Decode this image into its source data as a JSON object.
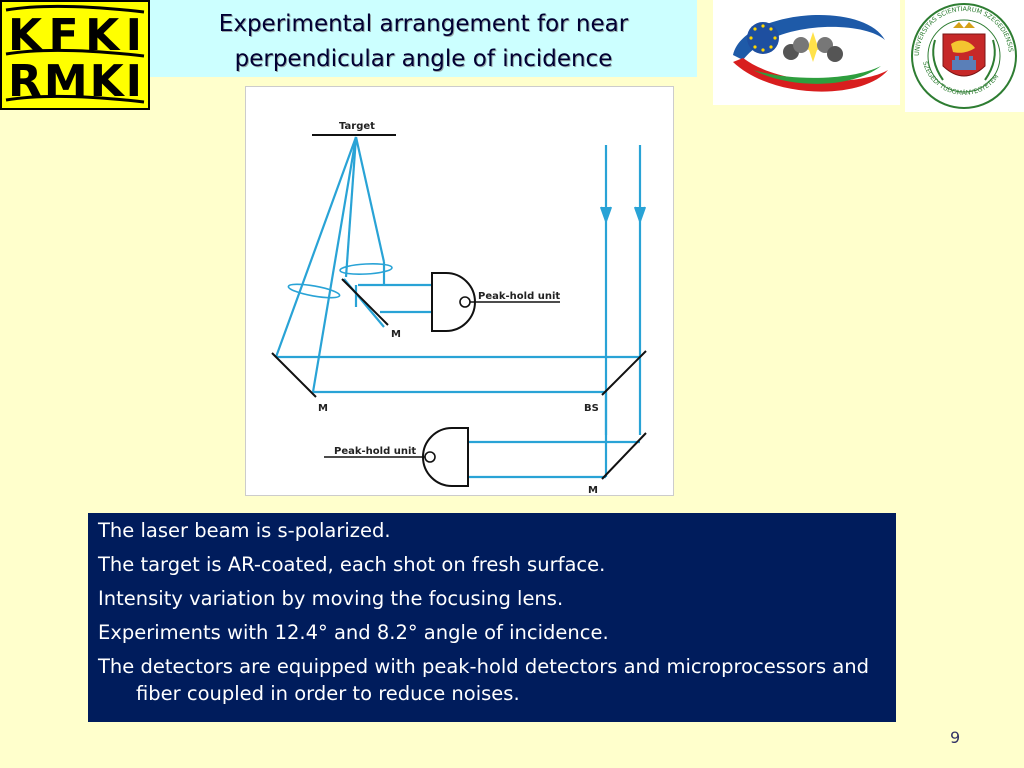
{
  "header": {
    "title_line1": "Experimental arrangement for near",
    "title_line2": "perpendicular angle of incidence"
  },
  "logos": {
    "left_logo_text_top": "KFKI",
    "left_logo_text_bottom": "RMKI",
    "left_logo_bg": "#FFFF00",
    "university_seal_text_top": "UNIVERSITAS SCIENTIARUM SZEGEDIENSIS",
    "university_seal_text_bottom": "SZEGEDI TUDOMÁNYEGYETEM"
  },
  "diagram": {
    "beam_color": "#29A3D6",
    "labels": {
      "target": "Target",
      "mirror_top": "M",
      "mirror_left": "M",
      "beam_splitter": "BS",
      "mirror_bottom": "M",
      "peak_hold_top": "Peak-hold unit",
      "peak_hold_bottom": "Peak-hold unit"
    }
  },
  "bullets": [
    "The laser beam is s-polarized.",
    "The target is AR-coated, each shot on fresh surface.",
    "Intensity variation by moving the focusing lens.",
    "Experiments  with 12.4° and 8.2° angle of incidence.",
    "The detectors are equipped with peak-hold detectors and microprocessors and fiber coupled in order to reduce noises."
  ],
  "page_number": "9",
  "colors": {
    "background": "#FFFFCC",
    "title_bg": "#CCFFFF",
    "text_box_bg": "#001C5C"
  }
}
